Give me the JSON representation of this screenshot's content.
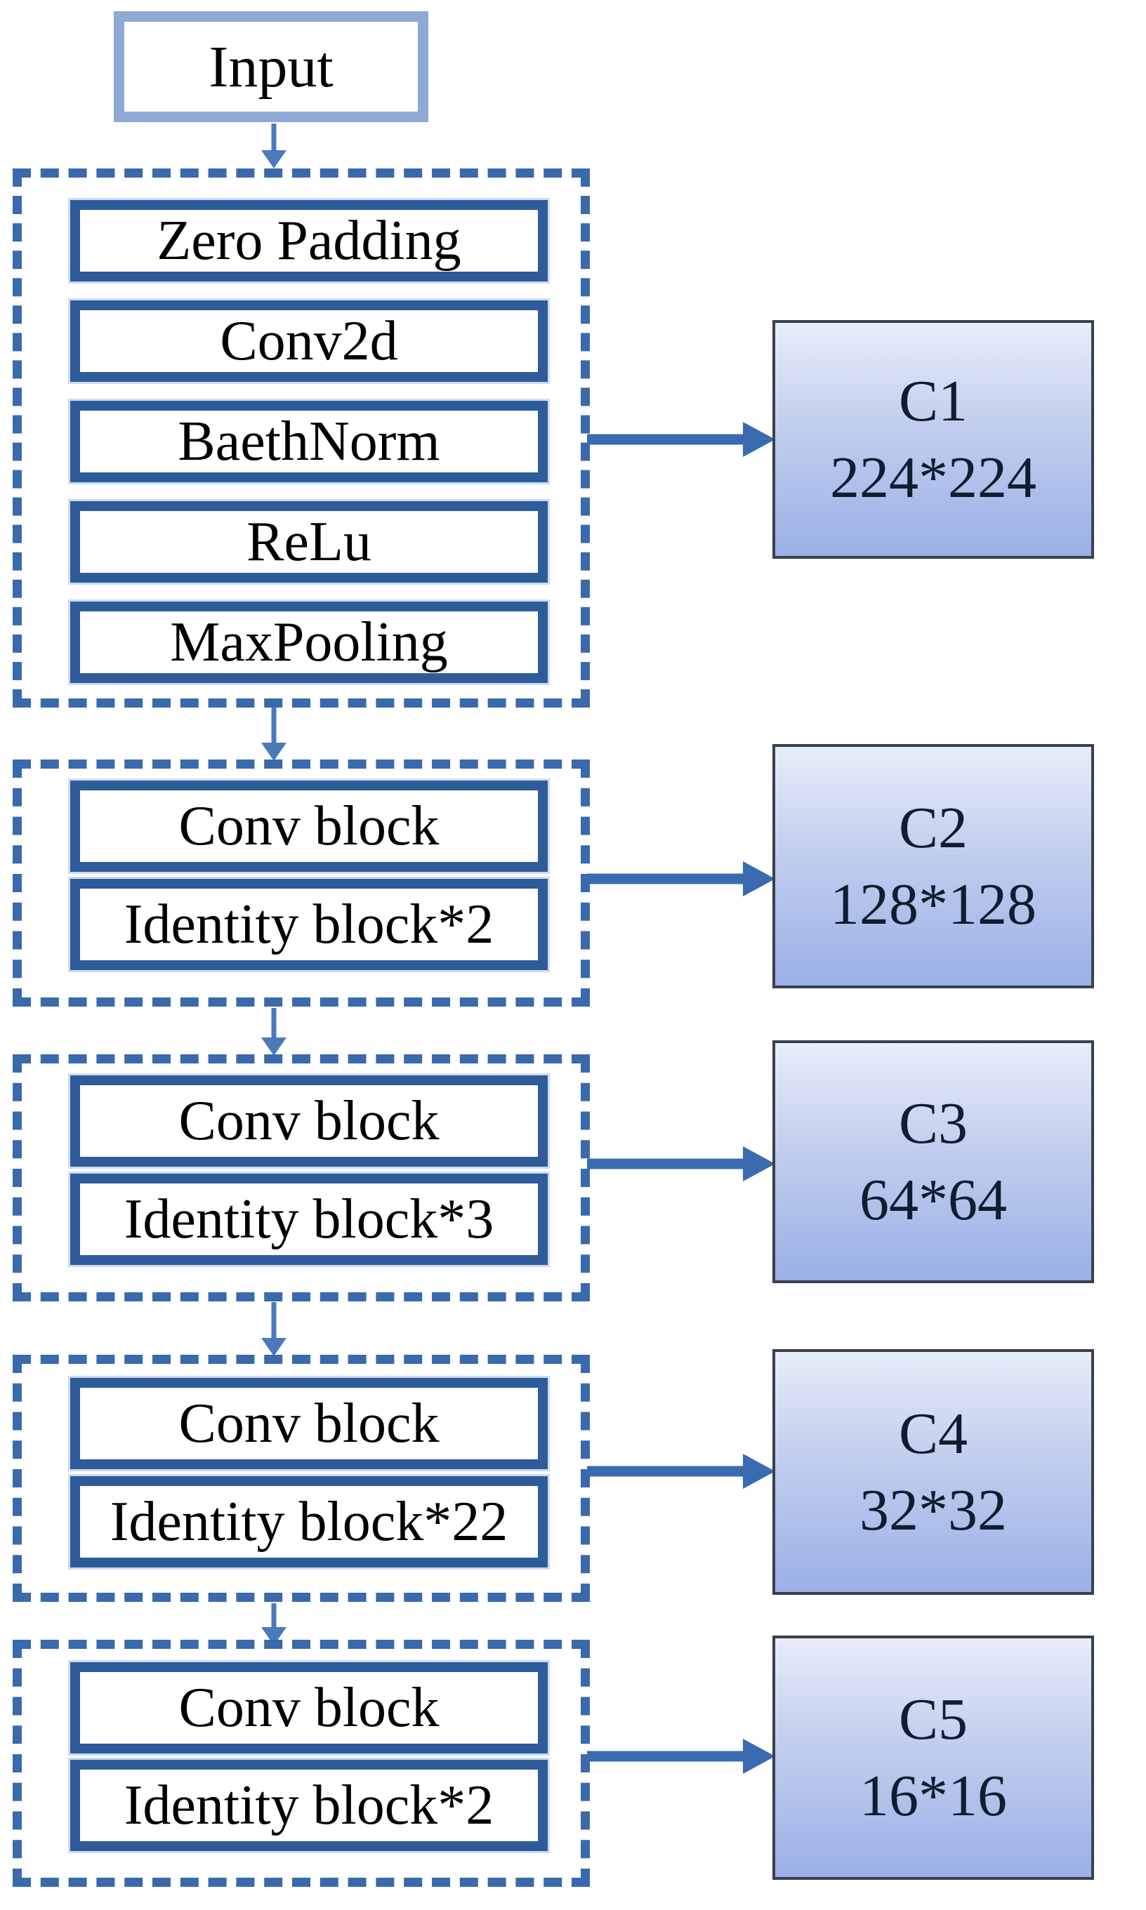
{
  "diagram": {
    "input_label": "Input",
    "stages": [
      {
        "layers": [
          "Zero Padding",
          "Conv2d",
          "BaethNorm",
          "ReLu",
          "MaxPooling"
        ],
        "output": {
          "name": "C1",
          "size": "224*224"
        }
      },
      {
        "layers": [
          "Conv block",
          "Identity block*2"
        ],
        "output": {
          "name": "C2",
          "size": "128*128"
        }
      },
      {
        "layers": [
          "Conv block",
          "Identity block*3"
        ],
        "output": {
          "name": "C3",
          "size": "64*64"
        }
      },
      {
        "layers": [
          "Conv block",
          "Identity block*22"
        ],
        "output": {
          "name": "C4",
          "size": "32*32"
        }
      },
      {
        "layers": [
          "Conv block",
          "Identity block*2"
        ],
        "output": {
          "name": "C5",
          "size": "16*16"
        }
      }
    ],
    "colors": {
      "dash": "#3a69ac",
      "layer_border": "#2e5b9a",
      "input_border": "#8fa9d6",
      "arrow_v": "#4b79bd",
      "arrow_h": "#3a6bb0",
      "cbox_border": "#39404d",
      "cbox_top": "#e7edf9",
      "cbox_mid": "#c3cfee",
      "cbox_bottom": "#9bb0e6",
      "cbox_text": "#101c30"
    }
  }
}
